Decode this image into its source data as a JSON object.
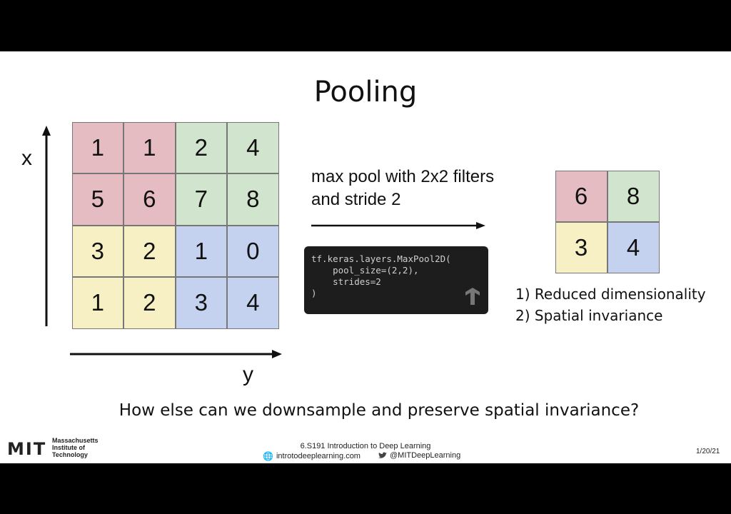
{
  "slide": {
    "title": "Pooling",
    "input_grid": {
      "values": [
        [
          1,
          1,
          2,
          4
        ],
        [
          5,
          6,
          7,
          8
        ],
        [
          3,
          2,
          1,
          0
        ],
        [
          1,
          2,
          3,
          4
        ]
      ],
      "quadrant_colors": {
        "top-left": "#e5bcc2",
        "top-right": "#d1e4cd",
        "bottom-left": "#f8f0c5",
        "bottom-right": "#c4d2ef"
      }
    },
    "axis_x_label": "x",
    "axis_y_label": "y",
    "caption_line1": "max pool with 2x2 filters",
    "caption_line2": "and stride 2",
    "code": {
      "line1": "tf.keras.layers.MaxPool2D(",
      "line2": "    pool_size=(2,2),",
      "line3": "    strides=2",
      "line4": ")"
    },
    "output_grid": {
      "values": [
        [
          6,
          8
        ],
        [
          3,
          4
        ]
      ]
    },
    "points": {
      "one": "1) Reduced dimensionality",
      "two": "2) Spatial invariance"
    },
    "question": "How else can we downsample and preserve spatial invariance?"
  },
  "footer": {
    "logo": "MIT",
    "institute_line1": "Massachusetts",
    "institute_line2": "Institute of",
    "institute_line3": "Technology",
    "course": "6.S191 Introduction to Deep Learning",
    "website": "introtodeeplearning.com",
    "twitter": "@MITDeepLearning",
    "date": "1/20/21"
  }
}
